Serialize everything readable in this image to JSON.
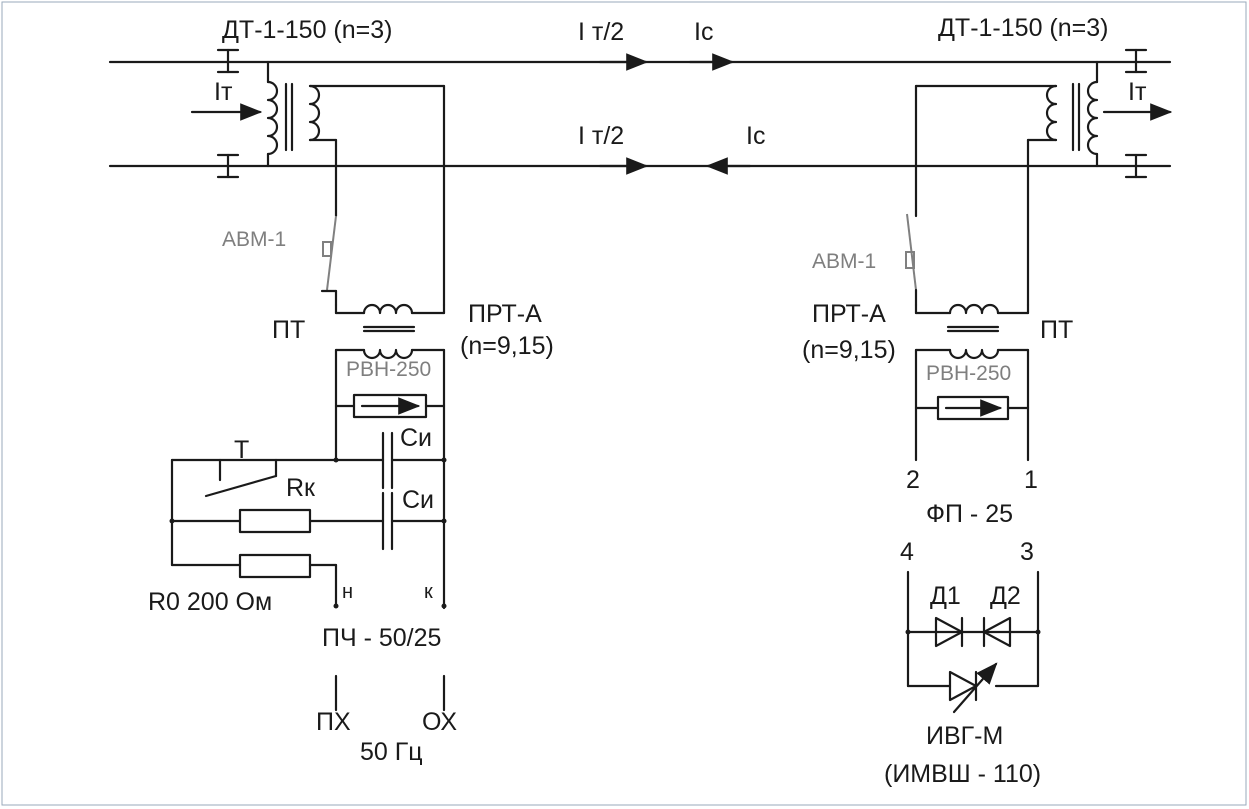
{
  "labels": {
    "dt_left": "ДТ-1-150 (n=3)",
    "dt_right": "ДТ-1-150 (n=3)",
    "it_half_top": "I т/2",
    "it_half_bottom": "I т/2",
    "ic_top": "Ic",
    "ic_bottom": "Ic",
    "it_left": "Iт",
    "it_right": "Iт",
    "avm_left": "АВМ-1",
    "avm_right": "АВМ-1",
    "pt_left": "ПТ",
    "pt_right": "ПТ",
    "prt_left": "ПРТ-А",
    "prt_left_n": "(n=9,15)",
    "prt_right": "ПРТ-А",
    "prt_right_n": "(n=9,15)",
    "rvn_left": "РВН-250",
    "rvn_right": "РВН-250",
    "ci_1": "Си",
    "ci_2": "Си",
    "t_switch": "Т",
    "rk": "Rк",
    "r0": "R0 200 Ом",
    "n_term": "н",
    "k_term": "к",
    "pch": "ПЧ - 50/25",
    "px": "ПХ",
    "ox": "ОХ",
    "freq": "50 Гц",
    "fp_t2": "2",
    "fp_t1": "1",
    "fp": "ФП - 25",
    "fp_t4": "4",
    "fp_t3": "3",
    "d1": "Д1",
    "d2": "Д2",
    "ivg": "ИВГ-М",
    "imvsh": "(ИМВШ - 110)"
  }
}
